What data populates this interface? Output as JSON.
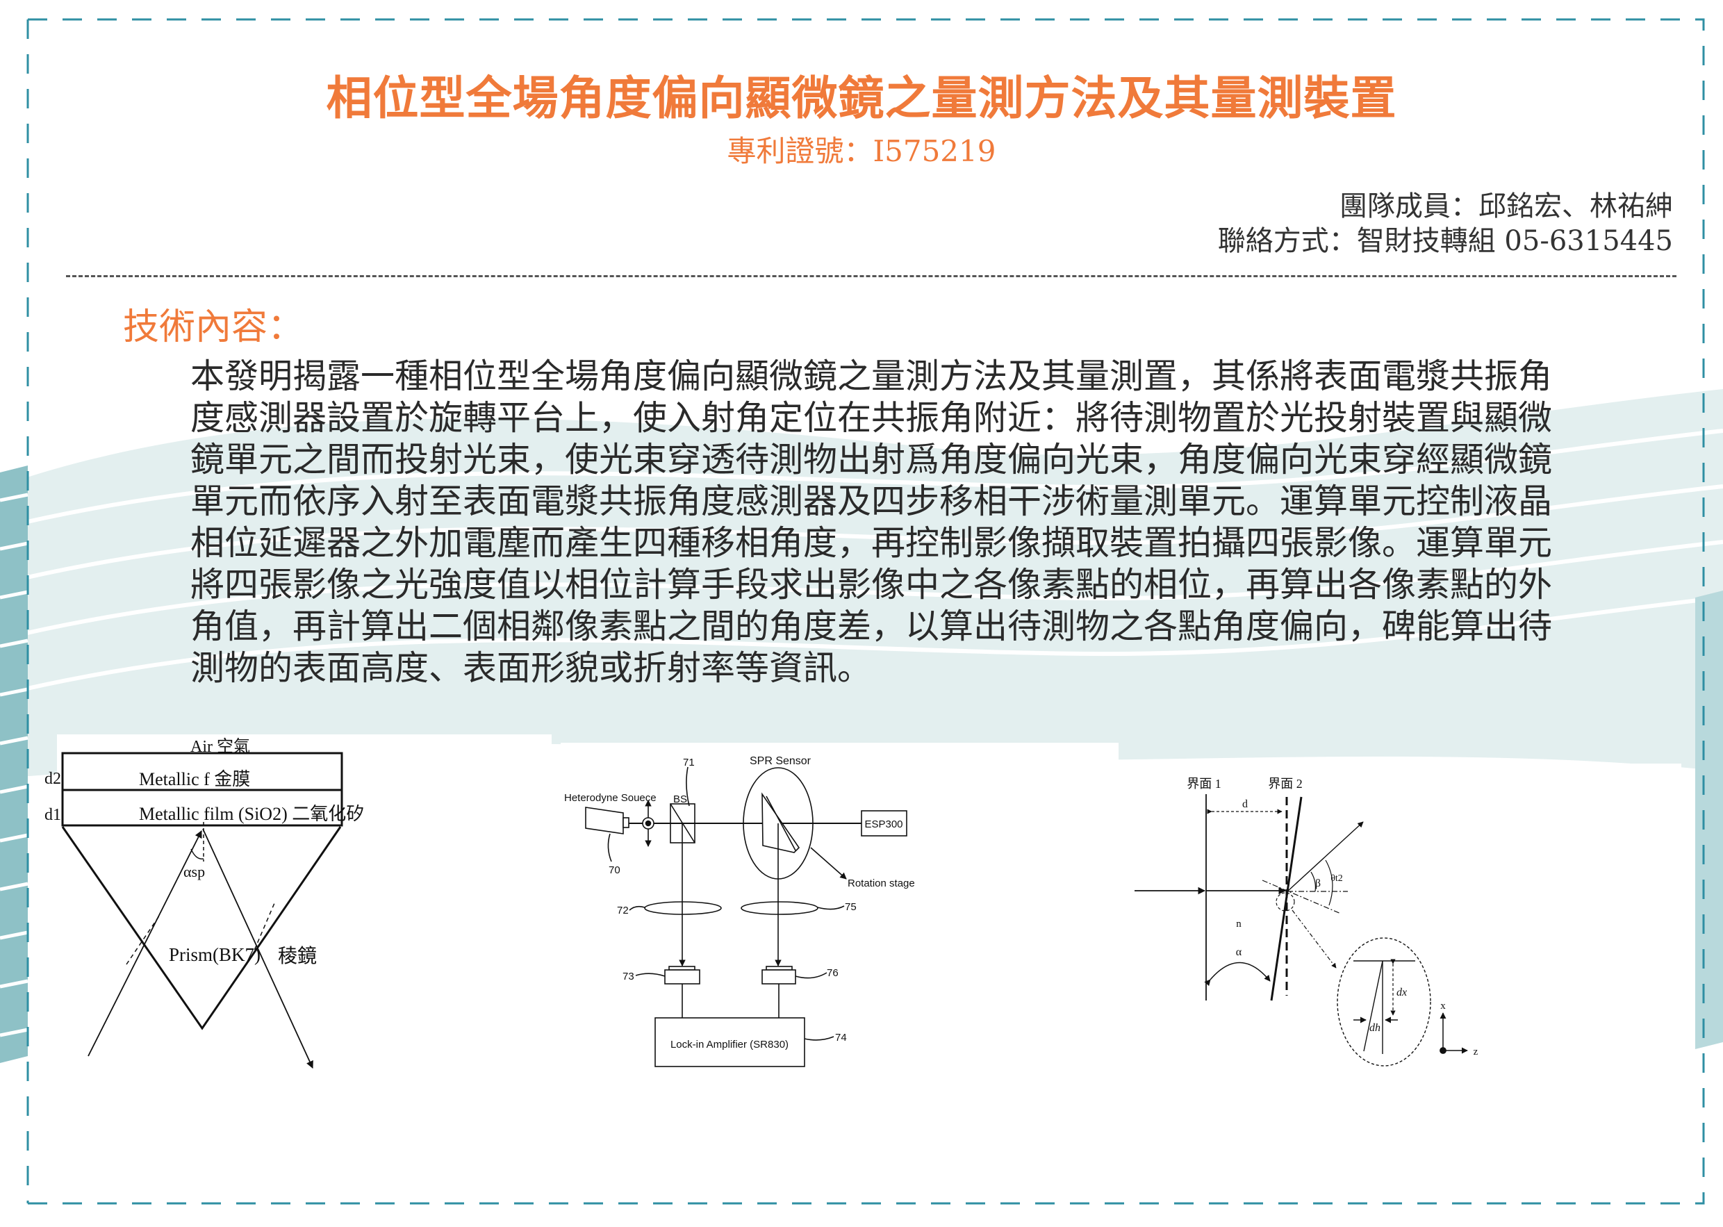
{
  "header": {
    "title": "相位型全場角度偏向顯微鏡之量測方法及其量測裝置",
    "patent_number": "專利證號：I575219",
    "team_members": "團隊成員：邱銘宏、林祐紳",
    "contact": "聯絡方式：智財技轉組 05-6315445"
  },
  "section": {
    "heading": "技術內容：",
    "lines": [
      "本發明揭露一種相位型全場角度偏向顯微鏡之量測方法及其量測置，其係將表面電漿共振角",
      "度感測器設置於旋轉平台上，使入射角定位在共振角附近：將待測物置於光投射裝置與顯微",
      "鏡單元之間而投射光束，使光束穿透待測物出射爲角度偏向光束，角度偏向光束穿經顯微鏡",
      "單元而依序入射至表面電漿共振角度感測器及四步移相干涉術量測單元。運算單元控制液晶",
      "相位延遲器之外加電塵而產生四種移相角度，再控制影像擷取裝置拍攝四張影像。運算單元",
      "將四張影像之光強度值以相位計算手段求出影像中之各像素點的相位，再算出各像素點的外",
      "角值，再計算出二個相鄰像素點之間的角度差，以算出待測物之各點角度偏向，碑能算出待",
      "測物的表面高度、表面形貌或折射率等資訊。"
    ]
  },
  "figure1": {
    "air": "Air 空氣",
    "d2": "d2",
    "d1": "d1",
    "layer_top": "Metallic f  金膜",
    "layer_bottom": "Metallic film (SiO2)  二氧化矽",
    "angle": "αsp",
    "prism": "Prism(BK7)",
    "prism_zh": "稜鏡"
  },
  "figure2": {
    "source": "Heterodyne Souece",
    "bs": "BS",
    "sensor": "SPR Sensor",
    "esp": "ESP300",
    "rotation": "Rotation stage",
    "amplifier": "Lock-in Amplifier (SR830)",
    "refs": [
      "70",
      "71",
      "72",
      "73",
      "74",
      "75",
      "76"
    ]
  },
  "figure3": {
    "interface1": "界面 1",
    "interface2": "界面 2",
    "d": "d",
    "n": "n",
    "alpha": "α",
    "beta": "β",
    "theta": "θt2",
    "dx": "dx",
    "dh": "dh",
    "axis_x": "x",
    "axis_z": "z"
  },
  "colors": {
    "accent": "#f07a3a",
    "border": "#2f8fa3",
    "wave": "#dcecec"
  }
}
